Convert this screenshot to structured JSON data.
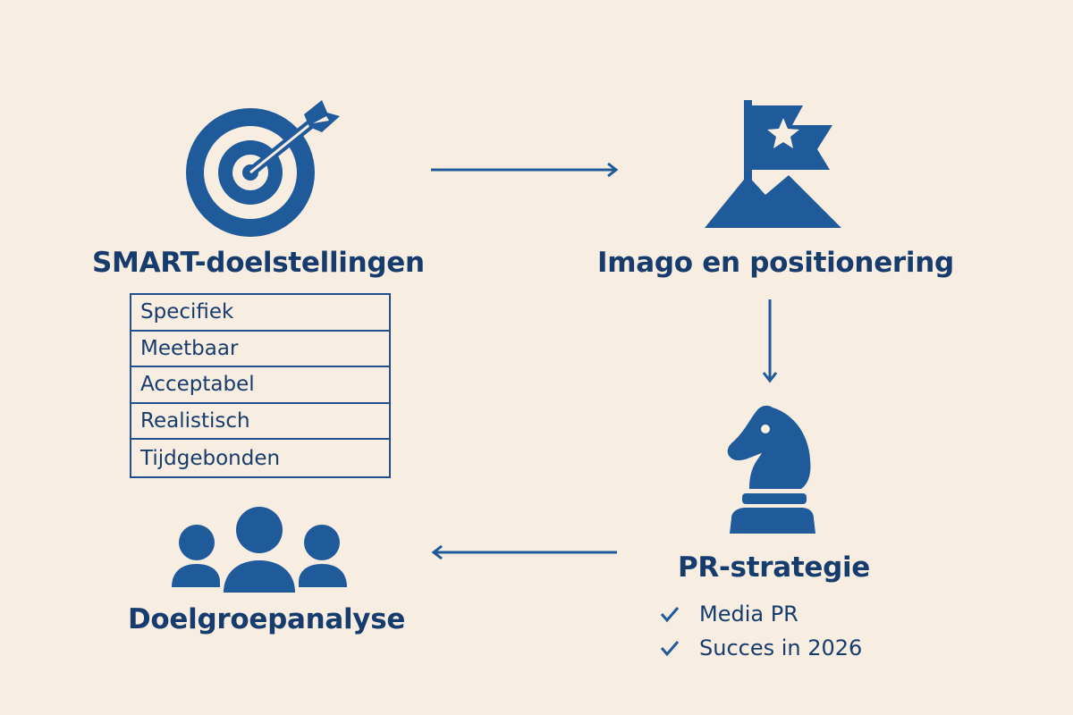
{
  "nodes": {
    "smart": {
      "title": "SMART-doelstellingen",
      "icon": "target-arrow-icon",
      "criteria": [
        "Specifiek",
        "Meetbaar",
        "Acceptabel",
        "Realistisch",
        "Tijdgebonden"
      ]
    },
    "imago": {
      "title": "Imago en positionering",
      "icon": "flag-mountain-icon"
    },
    "pr": {
      "title": "PR-strategie",
      "icon": "chess-knight-icon",
      "checklist": [
        "Media PR",
        "Succes in 2026"
      ]
    },
    "doelgroep": {
      "title": "Doelgroepanalyse",
      "icon": "people-group-icon"
    }
  },
  "colors": {
    "background": "#f8ede1",
    "primary": "#1f5a9a",
    "text": "#163c6e"
  }
}
